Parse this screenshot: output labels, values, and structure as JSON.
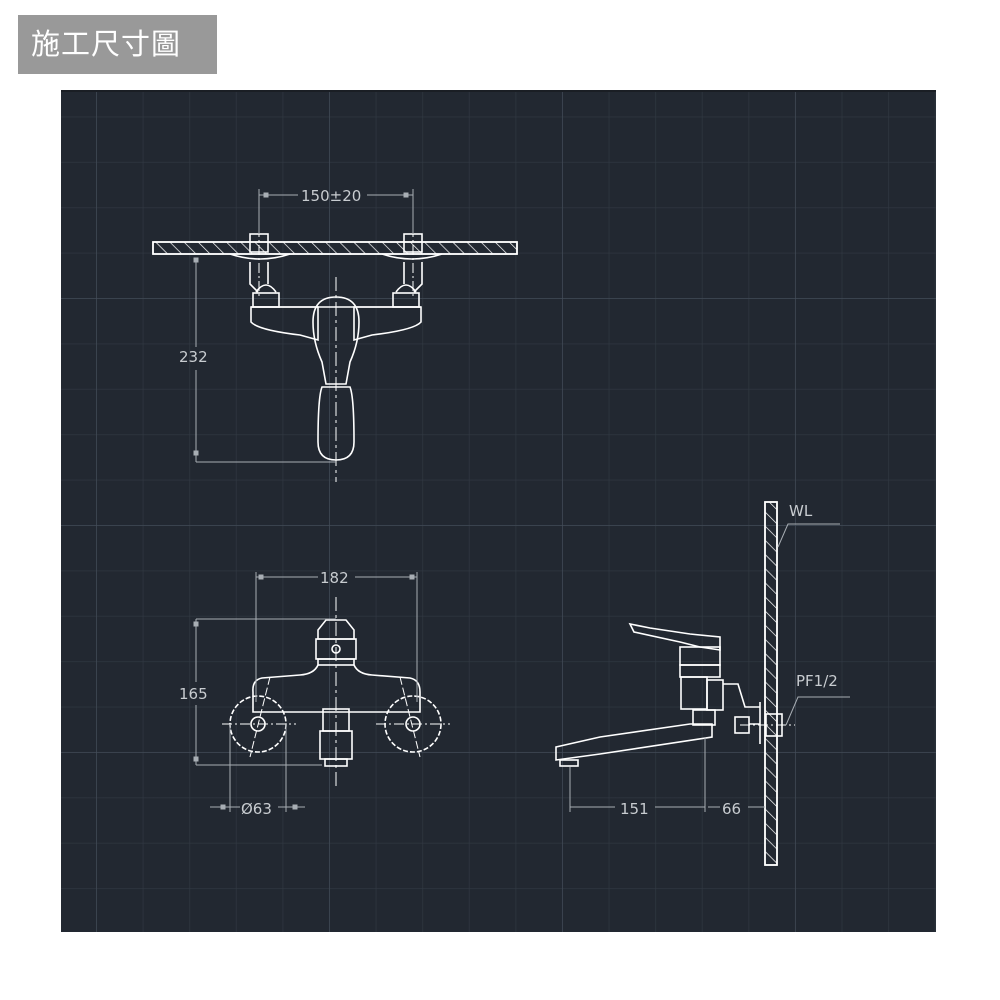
{
  "header": {
    "title": "施工尺寸圖"
  },
  "drawing": {
    "background": "#222831",
    "line_color": "#ffffff",
    "dim_color": "#a8aeb4",
    "front_top_view": {
      "width_dimension": "150±20",
      "height_dimension": "232"
    },
    "front_view": {
      "width_dimension": "182",
      "height_dimension": "165",
      "diameter_dimension": "Ø63"
    },
    "side_view": {
      "spout_reach_dimension": "151",
      "wall_offset_dimension": "66",
      "wall_label": "WL",
      "connection_label": "PF1/2"
    }
  }
}
